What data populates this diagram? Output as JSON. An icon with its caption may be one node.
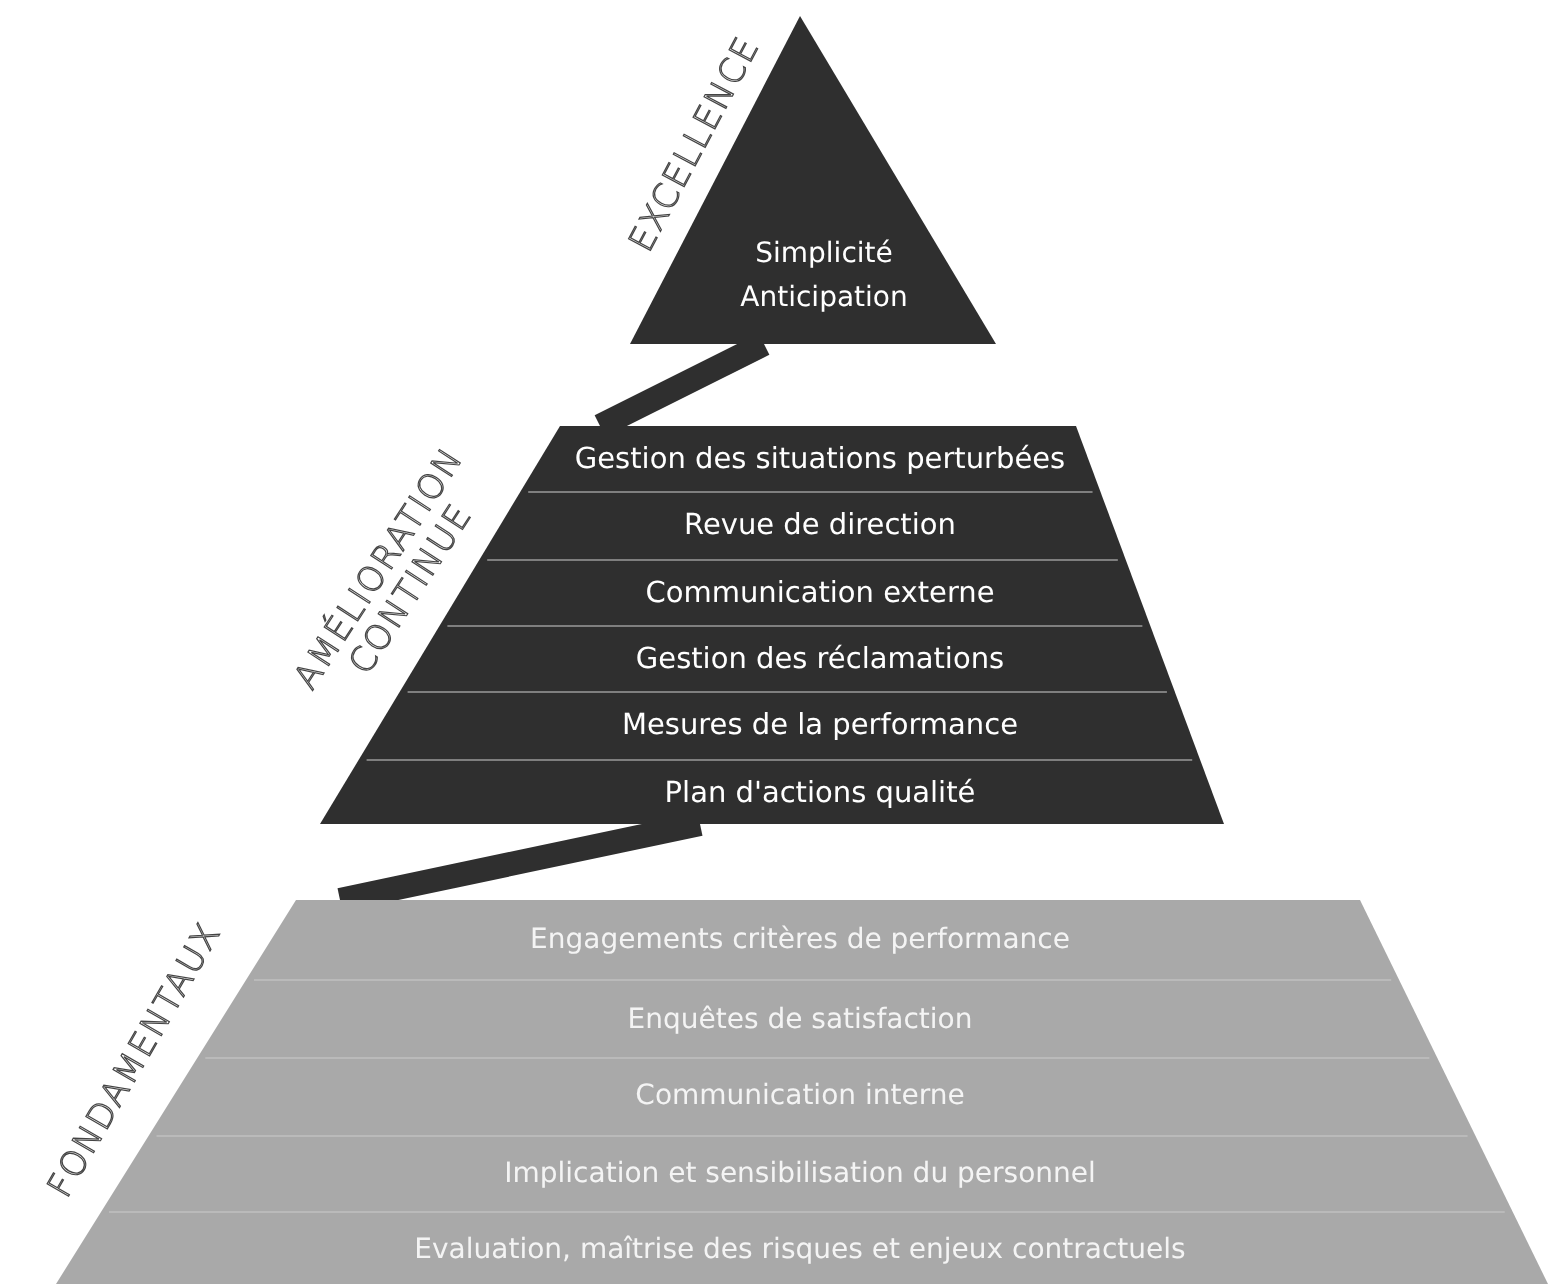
{
  "diagram": {
    "nodes": [
      {
        "text": [
          "EXCELLENCE",
          "Simplicité",
          "Anticipation"
        ]
      },
      {
        "text": [
          "AMÉLIORATION CONTINUE",
          "Gestion des situations perturbées",
          "Revue de direction",
          "Communication externe",
          "Gestion des réclamations",
          "Mesures de la performance",
          "Plan d'actions qualité"
        ]
      },
      {
        "text": [
          "FONDAMENTAUX",
          "Engagements critères de performance",
          "Enquêtes de satisfaction",
          "Communication interne",
          "Implication et sensibilisation du personnel",
          "Evaluation, maîtrise des risques et enjeux contractuels"
        ]
      }
    ],
    "edges": [
      {
        "from": 0,
        "to": 1,
        "arrow": "none"
      },
      {
        "from": 1,
        "to": 2,
        "arrow": "none"
      }
    ]
  }
}
